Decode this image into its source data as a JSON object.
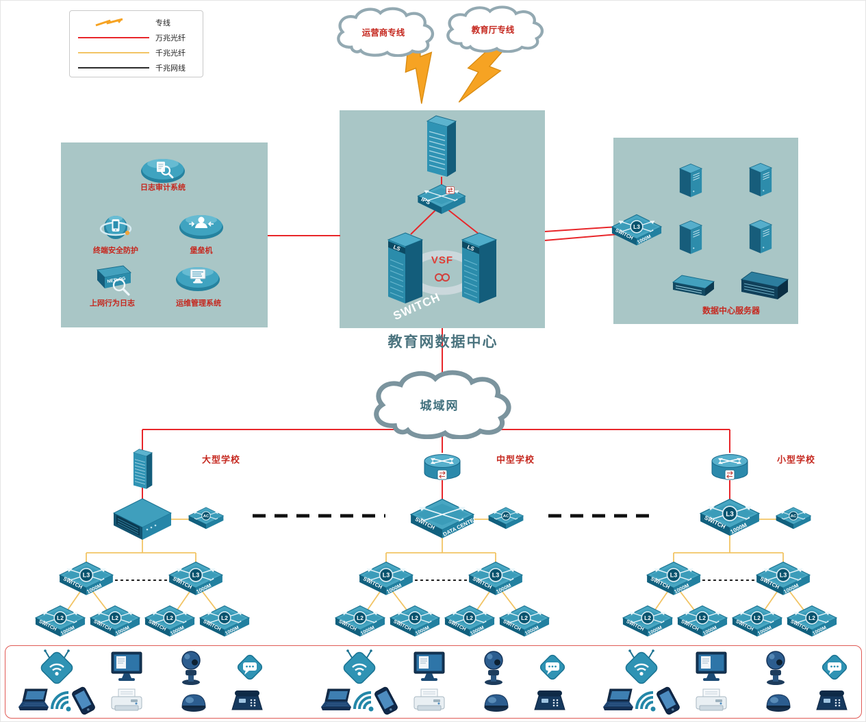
{
  "legend": {
    "items": [
      {
        "label": "专线",
        "line_type": "lightning",
        "color": "#f6a323"
      },
      {
        "label": "万兆光纤",
        "line_type": "line",
        "color": "#e8262a"
      },
      {
        "label": "千兆光纤",
        "line_type": "line",
        "color": "#f2c464"
      },
      {
        "label": "千兆网线",
        "line_type": "line",
        "color": "#2a2a2a"
      }
    ]
  },
  "clouds": {
    "carrier": "运营商专线",
    "education": "教育厅专线",
    "man": "城域网"
  },
  "datacenter": {
    "title": "教育网数据中心",
    "ips": "IPS",
    "vsf": "VSF",
    "switch_watermark": "SWITCH",
    "tower_tag": "LS"
  },
  "security_panel": {
    "log_audit": "日志审计系统",
    "terminal_security": "终端安全防护",
    "bastion": "堡垒机",
    "netlog_tag": "NETLOG",
    "net_behavior_log": "上网行为日志",
    "ops_mgmt": "运维管理系统"
  },
  "server_panel": {
    "caption": "数据中心服务器"
  },
  "schools": [
    {
      "name": "大型学校"
    },
    {
      "name": "中型学校"
    },
    {
      "name": "小型学校"
    }
  ],
  "switch_labels": {
    "switch_word": "SWITCH",
    "speed": "1000M",
    "l3": "L3",
    "l2": "L2",
    "ac": "AC",
    "data_center": "DATA CENTER"
  }
}
